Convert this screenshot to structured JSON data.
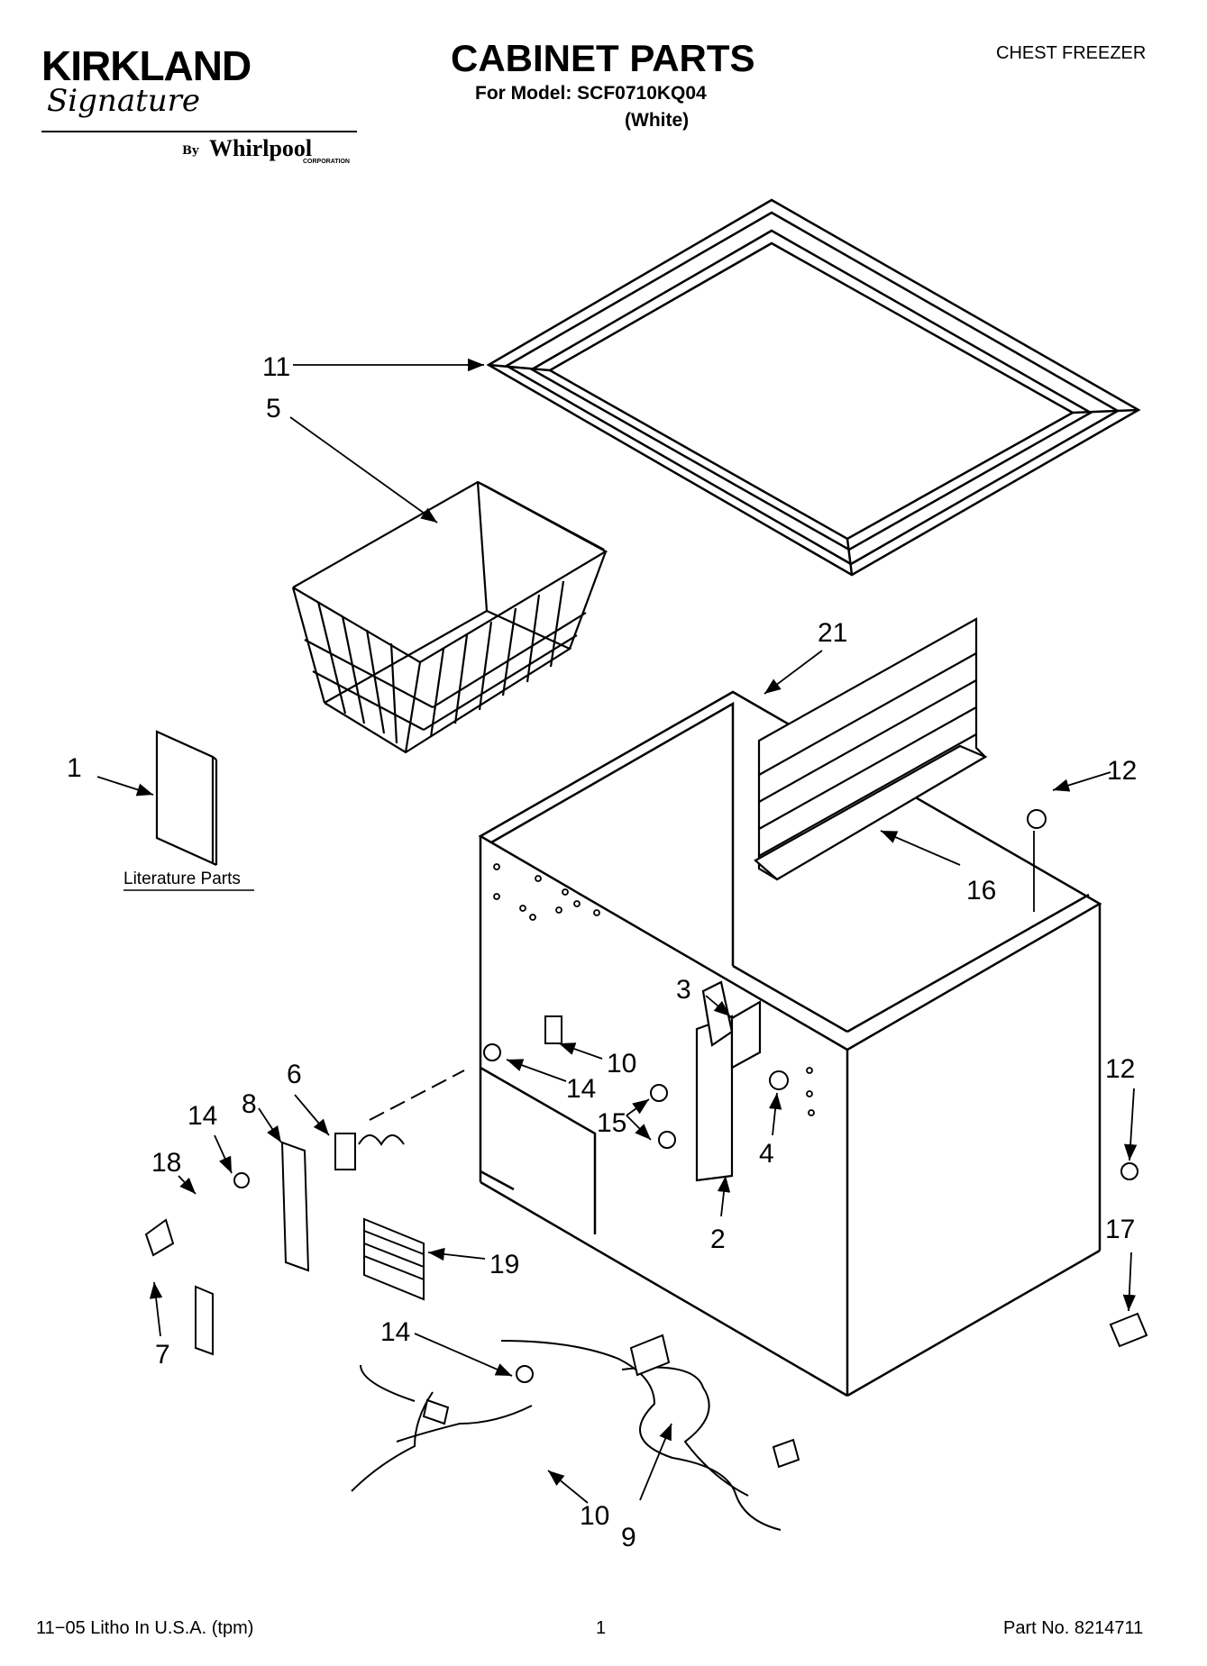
{
  "header": {
    "brand": "KIRKLAND",
    "brand_script": "Signature",
    "by": "By",
    "manufacturer": "Whirlpool",
    "manufacturer_suffix": "CORPORATION",
    "title": "CABINET PARTS",
    "model_line": "For Model: SCF0710KQ04",
    "variant": "(White)",
    "category": "CHEST FREEZER"
  },
  "diagram": {
    "literature_label": "Literature Parts",
    "callouts": {
      "c1": "1",
      "c2": "2",
      "c3": "3",
      "c4": "4",
      "c5": "5",
      "c6": "6",
      "c7": "7",
      "c8": "8",
      "c9": "9",
      "c10a": "10",
      "c10b": "10",
      "c11": "11",
      "c12a": "12",
      "c12b": "12",
      "c14a": "14",
      "c14b": "14",
      "c14c": "14",
      "c15": "15",
      "c16": "16",
      "c17": "17",
      "c18": "18",
      "c19": "19",
      "c21": "21"
    }
  },
  "footer": {
    "litho": "11−05 Litho In U.S.A. (tpm)",
    "page": "1",
    "part_number": "Part No. 8214711"
  }
}
